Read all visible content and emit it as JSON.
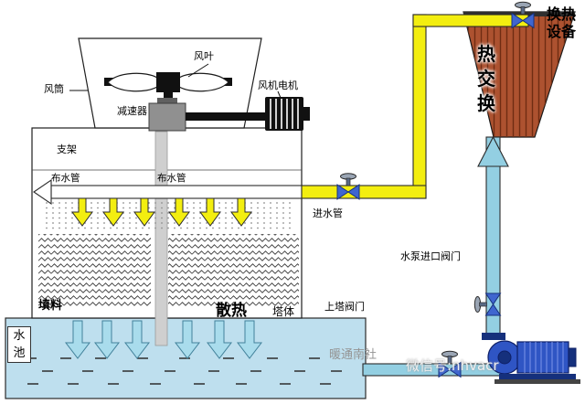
{
  "labels": {
    "fan_blade": "风叶",
    "fan_duct": "风筒",
    "fan_motor": "风机电机",
    "gear_reducer": "减速器",
    "support": "支架",
    "dist_pipe_left": "布水管",
    "dist_pipe_right": "布水管",
    "inlet_pipe": "进水管",
    "fill_material": "填料",
    "heat_dissipation": "散热",
    "tower_body": "塔体",
    "tower_valve": "上塔阀门",
    "pump_inlet_valve": "水泵进口阀门",
    "pool_line1": "水",
    "pool_line2": "池",
    "hx_line1": "热",
    "hx_line2": "交",
    "hx_line3": "换",
    "equipment_line1": "换热",
    "equipment_line2": "设备",
    "watermark_left": "暖通南社",
    "watermark_right": "微信号:nhvacr"
  },
  "colors": {
    "hot_pipe": "#f3ee10",
    "cold_pipe": "#93cfe2",
    "cold_arrow": "#a9dcec",
    "pool": "#bedfee",
    "exchanger": "#ad5230",
    "pump": "#2f55c4"
  }
}
